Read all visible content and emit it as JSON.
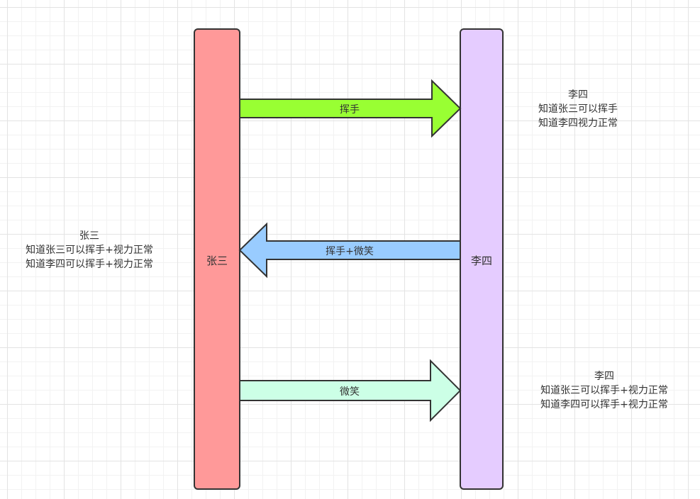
{
  "lifelines": {
    "left": {
      "label": "张三",
      "fill": "#ff9999",
      "stroke": "#333333"
    },
    "right": {
      "label": "李四",
      "fill": "#e5ccff",
      "stroke": "#333333"
    }
  },
  "arrows": {
    "wave": {
      "label": "挥手",
      "fill": "#99ff33",
      "direction": "right"
    },
    "wave_smile": {
      "label": "挥手+微笑",
      "fill": "#99ccff",
      "direction": "left"
    },
    "smile": {
      "label": "微笑",
      "fill": "#ccffe6",
      "direction": "right"
    }
  },
  "notes": {
    "right_top": {
      "line1": "李四",
      "line2": "知道张三可以挥手",
      "line3": "知道李四视力正常"
    },
    "left_middle": {
      "line1": "张三",
      "line2": "知道张三可以挥手+视力正常",
      "line3": "知道李四可以挥手+视力正常"
    },
    "right_bottom": {
      "line1": "李四",
      "line2": "知道张三可以挥手+视力正常",
      "line3": "知道李四可以挥手+视力正常"
    }
  }
}
